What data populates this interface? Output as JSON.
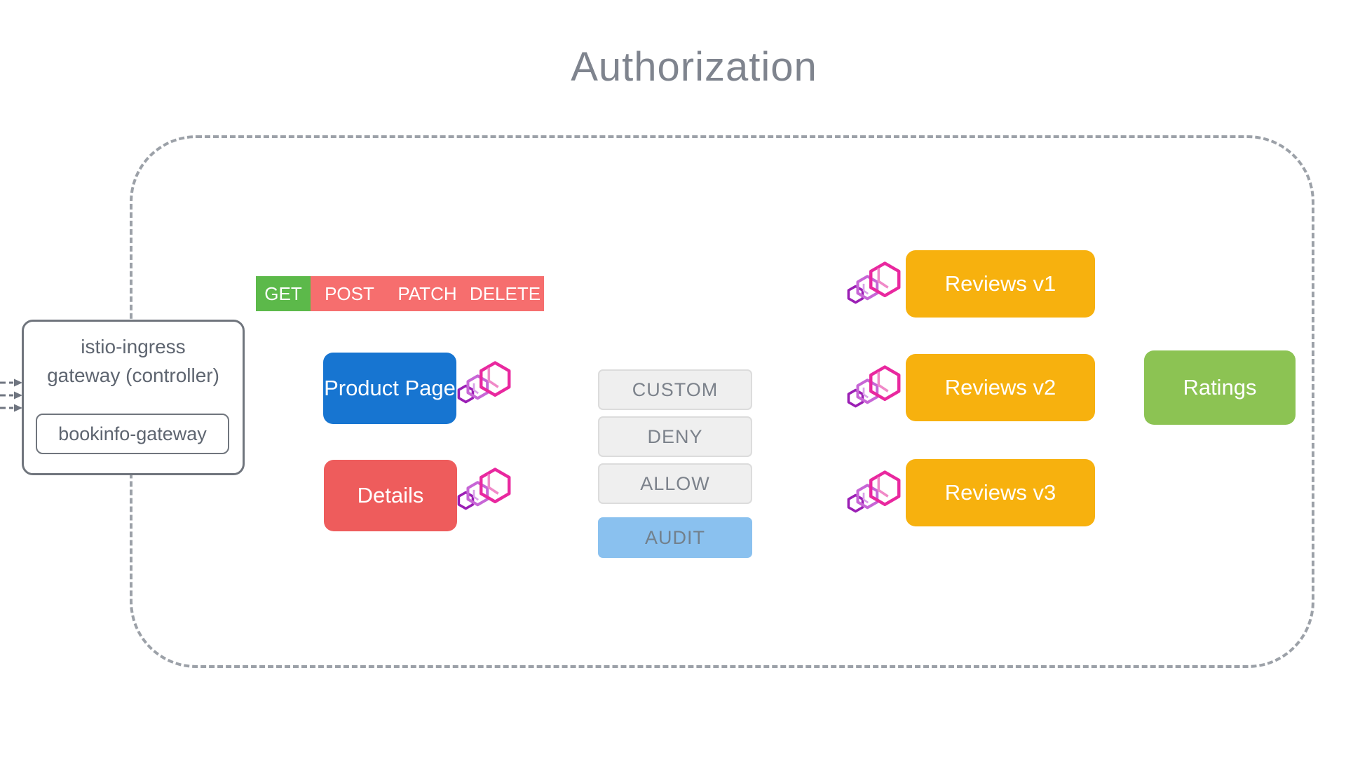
{
  "title": "Authorization",
  "gateway": {
    "line1": "istio-ingress",
    "line2": "gateway (controller)",
    "inner_label": "bookinfo-gateway"
  },
  "methods": [
    {
      "label": "GET",
      "style": "allowed-green"
    },
    {
      "label": "POST",
      "style": "denied-red"
    },
    {
      "label": "PATCH",
      "style": "denied-red"
    },
    {
      "label": "DELETE",
      "style": "denied-red"
    }
  ],
  "services": {
    "product_page": "Product Page",
    "details": "Details",
    "reviews": [
      "Reviews v1",
      "Reviews v2",
      "Reviews v3"
    ],
    "ratings": "Ratings"
  },
  "policies": [
    {
      "label": "CUSTOM",
      "style": "gray"
    },
    {
      "label": "DENY",
      "style": "gray"
    },
    {
      "label": "ALLOW",
      "style": "gray"
    },
    {
      "label": "AUDIT",
      "style": "blue"
    }
  ],
  "icons": {
    "workload": "pods-hexagons-icon",
    "ingress_arrows": "dashed-arrow-right-icon"
  },
  "colors": {
    "title_gray": "#7F848E",
    "boundary_dash_gray": "#9CA1A8",
    "box_border_gray": "#70757D",
    "get_green": "#5CB94A",
    "denied_salmon": "#F66E6E",
    "product_page_blue": "#1775D1",
    "details_red": "#EE5C5C",
    "reviews_amber": "#F7B10E",
    "ratings_green": "#8CC353",
    "audit_blue": "#8AC1EF",
    "policy_gray_bg": "#EFEFEF",
    "pods_icon_pink": "#E9289F",
    "pods_icon_violet": "#C766D6",
    "pods_icon_purple": "#9B1FB5"
  }
}
